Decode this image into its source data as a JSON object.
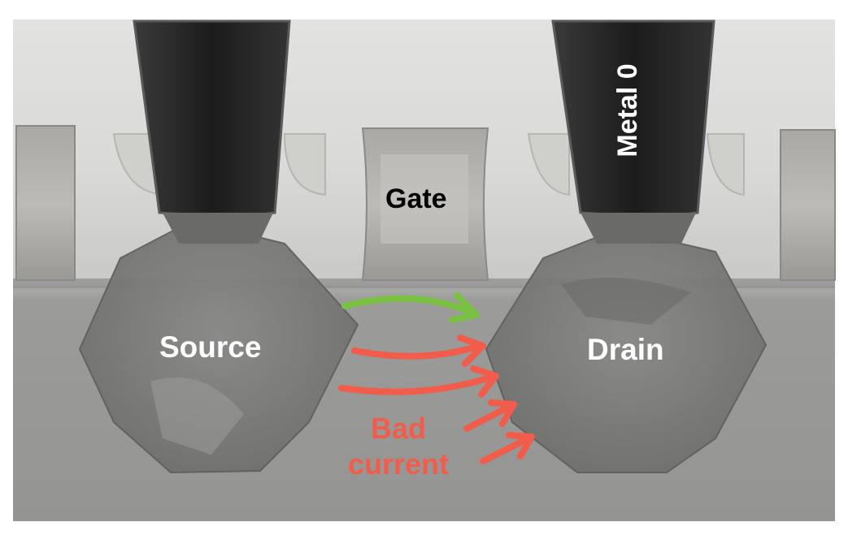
{
  "labels": {
    "source": "Source",
    "drain": "Drain",
    "gate": "Gate",
    "metal": "Metal 0",
    "bad_line1": "Bad",
    "bad_line2": "current"
  },
  "colors": {
    "label_white": "#ffffff",
    "label_black": "#000000",
    "good_arrow": "#7ac142",
    "bad_arrow": "#f25c4a"
  }
}
